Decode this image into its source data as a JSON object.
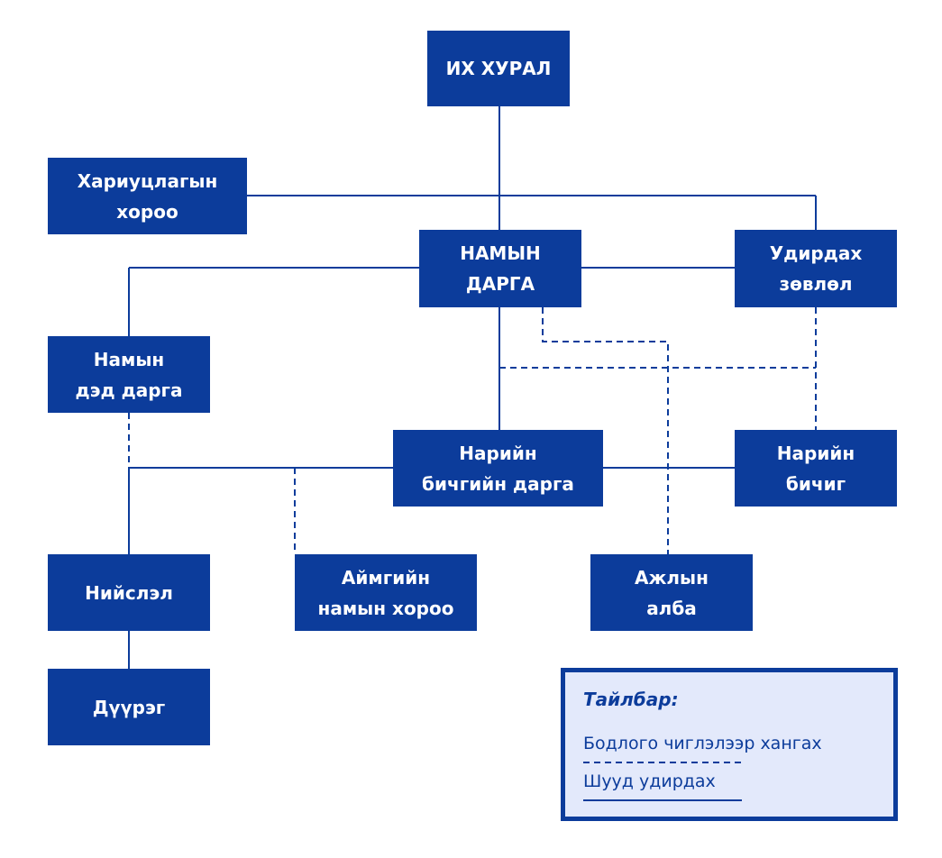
{
  "nodes": {
    "ih_hural": "ИХ ХУРАЛ",
    "hariutslagyn_horoo": "Хариуцлагын\nхороо",
    "namyn_darga": "НАМЫН\nДАРГА",
    "udirdah_zovlol": "Удирдах\nзөвлөл",
    "namyn_ded_darga": "Намын\nдэд дарга",
    "nariin_bichgiin_darga": "Нарийн\nбичгийн дарга",
    "nariin_bichig": "Нарийн\nбичиг",
    "niislel": "Нийслэл",
    "aimgiin_namyn_horoo": "Аймгийн\nнамын хороо",
    "ajlyn_alba": "Ажлын\nалба",
    "duureg": "Дүүрэг"
  },
  "legend": {
    "title": "Тайлбар:",
    "policy_label": "Бодлого чиглэлээр хангах",
    "direct_label": "Шууд удирдах"
  },
  "colors": {
    "box_fill": "#0c3c9b",
    "box_text": "#ffffff",
    "line": "#0c3c9b",
    "legend_bg": "#e3e9fb"
  }
}
